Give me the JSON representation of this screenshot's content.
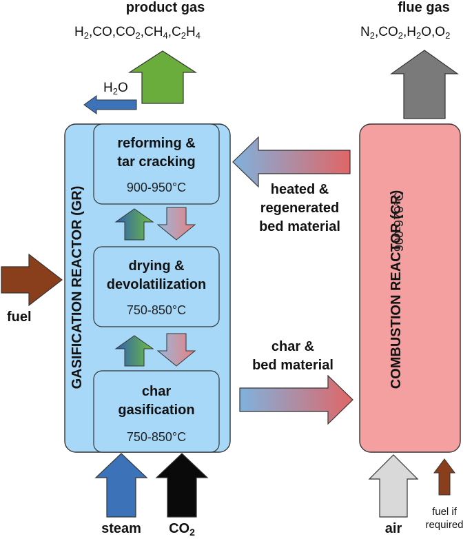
{
  "product_gas": {
    "title": "product gas",
    "species": [
      {
        "base": "H",
        "sub": "2"
      },
      {
        "base": "CO",
        "sub": ""
      },
      {
        "base": "CO",
        "sub": "2"
      },
      {
        "base": "CH",
        "sub": "4"
      },
      {
        "base": "C",
        "sub": "2",
        "base2": "H",
        "sub2": "4"
      }
    ],
    "water": {
      "base": "H",
      "sub": "2",
      "tail": "O"
    }
  },
  "flue_gas": {
    "title": "flue gas",
    "species": [
      {
        "base": "N",
        "sub": "2"
      },
      {
        "base": "CO",
        "sub": "2"
      },
      {
        "base": "H",
        "sub": "2",
        "tail": "O"
      },
      {
        "base": "O",
        "sub": "2"
      }
    ]
  },
  "gasification_reactor": {
    "title": "GASIFICATION REACTOR (GR)",
    "stages": [
      {
        "line1": "reforming &",
        "line2": "tar cracking",
        "temp": "900-950°C"
      },
      {
        "line1": "drying &",
        "line2": "devolatilization",
        "temp": "750-850°C"
      },
      {
        "line1": "char",
        "line2": "gasification",
        "temp": "750-850°C"
      }
    ]
  },
  "combustion_reactor": {
    "title": "COMBUSTION REACTOR (CR)",
    "temp": "900-970°C"
  },
  "flows": {
    "heated_line1": "heated &",
    "heated_line2": "regenerated",
    "heated_line3": "bed material",
    "char_line1": "char &",
    "char_line2": "bed material",
    "fuel": "fuel",
    "steam": "steam",
    "co2_base": "CO",
    "co2_sub": "2",
    "air": "air",
    "fuel_if_line1": "fuel if",
    "fuel_if_line2": "required"
  },
  "colors": {
    "gr_fill": "#a7d8f7",
    "cr_fill": "#f4a0a0",
    "product_arrow": "#6aad3d",
    "flue_arrow": "#7a7a7a",
    "fuel_arrow": "#8a3f1c",
    "steam_arrow": "#3c72b8",
    "co2_arrow": "#0a0a0a",
    "air_arrow": "#d9d9d9"
  }
}
